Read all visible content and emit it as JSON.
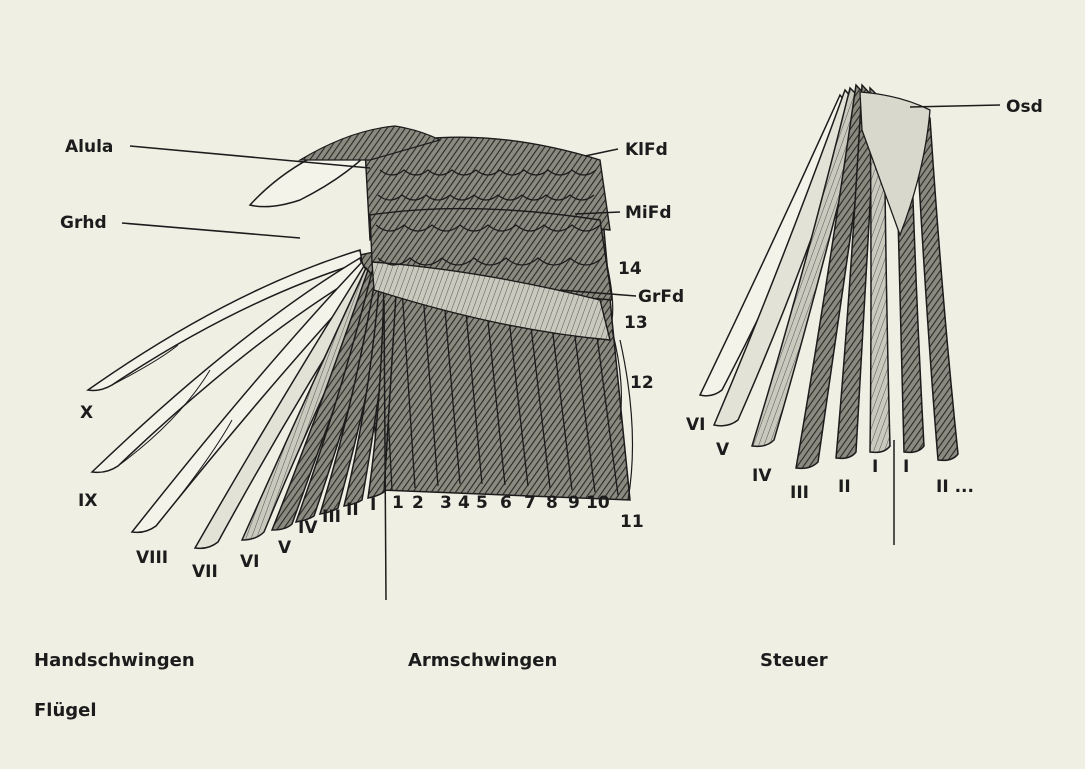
{
  "labels": {
    "alula": "Alula",
    "grhd": "Grhd",
    "klfd": "KlFd",
    "mifd": "MiFd",
    "grfd": "GrFd",
    "osd": "Osd"
  },
  "primaries": [
    "X",
    "IX",
    "VIII",
    "VII",
    "VI",
    "V",
    "IV",
    "III",
    "II",
    "I"
  ],
  "secondaries": [
    "1",
    "2",
    "3",
    "4",
    "5",
    "6",
    "7",
    "8",
    "9",
    "10",
    "11",
    "12",
    "13",
    "14"
  ],
  "tail_left": [
    "VI",
    "V",
    "IV",
    "III",
    "II",
    "I"
  ],
  "tail_right": [
    "I",
    "II ..."
  ],
  "captions": {
    "handschwingen": "Handschwingen",
    "armschwingen": "Armschwingen",
    "steuer": "Steuer",
    "fluegel": "Flügel"
  },
  "colors": {
    "paper": "#efefe4",
    "ink": "#1c1c1c",
    "feather_dark": "#3a3a36"
  }
}
